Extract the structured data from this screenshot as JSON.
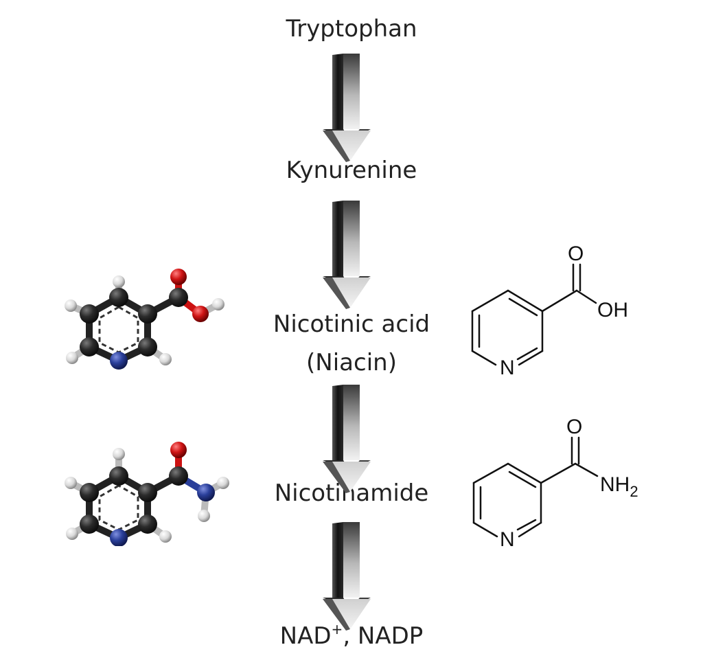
{
  "title": "Tryptophan to NAD pathway",
  "pathway": {
    "steps": [
      {
        "label": "Tryptophan"
      },
      {
        "label": "Kynurenine"
      },
      {
        "label": "Nicotinic acid",
        "sublabel": "(Niacin)"
      },
      {
        "label": "Nicotinamide"
      },
      {
        "label_main": "NAD",
        "label_sup": "+",
        "label_rest": ", NADP"
      }
    ]
  },
  "structures": {
    "nicotinic_acid": {
      "O_top": "O",
      "OH": "OH",
      "N": "N"
    },
    "nicotinamide": {
      "O_top": "O",
      "NH2_main": "NH",
      "NH2_sub": "2",
      "N": "N"
    }
  },
  "colors": {
    "carbon": "#2b2b2b",
    "hydrogen": "#e6e6e6",
    "oxygen": "#d21a1a",
    "nitrogen": "#2a3f9a"
  }
}
